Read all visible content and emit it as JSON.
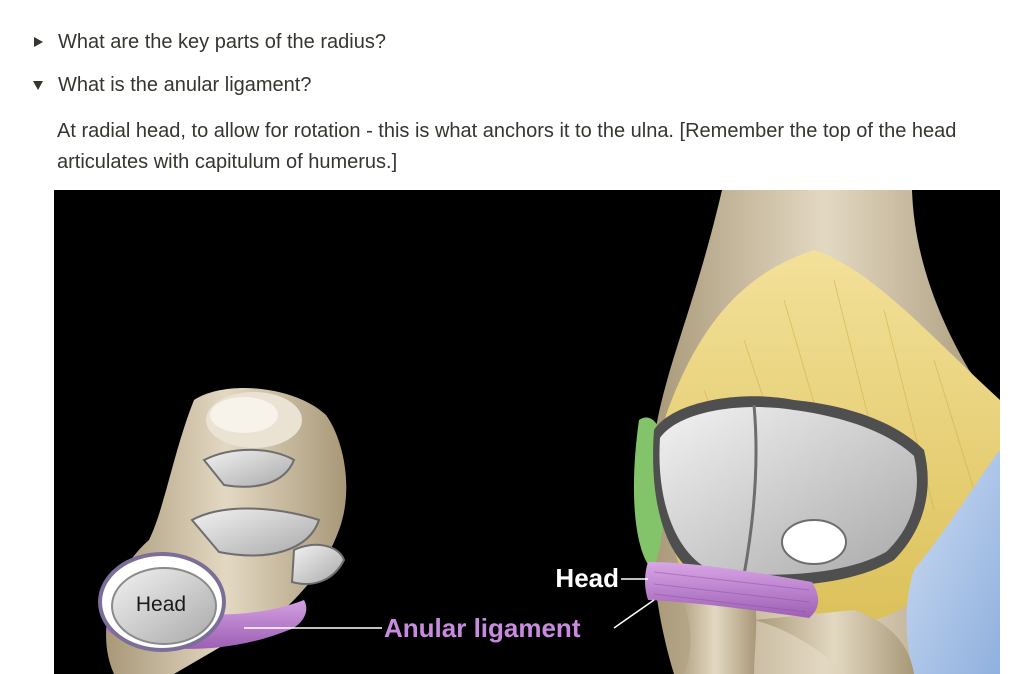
{
  "toggles": [
    {
      "label": "What are the key parts of the radius?",
      "expanded": false,
      "arrow_icon": "triangle-right-icon"
    },
    {
      "label": "What is the anular ligament?",
      "expanded": true,
      "arrow_icon": "triangle-down-icon",
      "body_text": "At radial head, to allow for rotation - this is what anchors it to the ulna. [Remember the top of the head articulates with capitulum of humerus.]"
    }
  ],
  "figure": {
    "labels": {
      "head_small": "Head",
      "head_main": "Head",
      "anular_ligament": "Anular ligament"
    },
    "colors": {
      "background": "#000000",
      "ligament": "#b47cc7",
      "ligament_text": "#c88be0",
      "cartilage": "#d9d9d9",
      "capsule_yellow": "#e8cf6a",
      "bone": "#cdbfa4",
      "green_ligament": "#7fc26a",
      "blue_ligament": "#a8c4e8"
    }
  },
  "theme": {
    "text_color": "#37352f",
    "background": "#ffffff"
  }
}
